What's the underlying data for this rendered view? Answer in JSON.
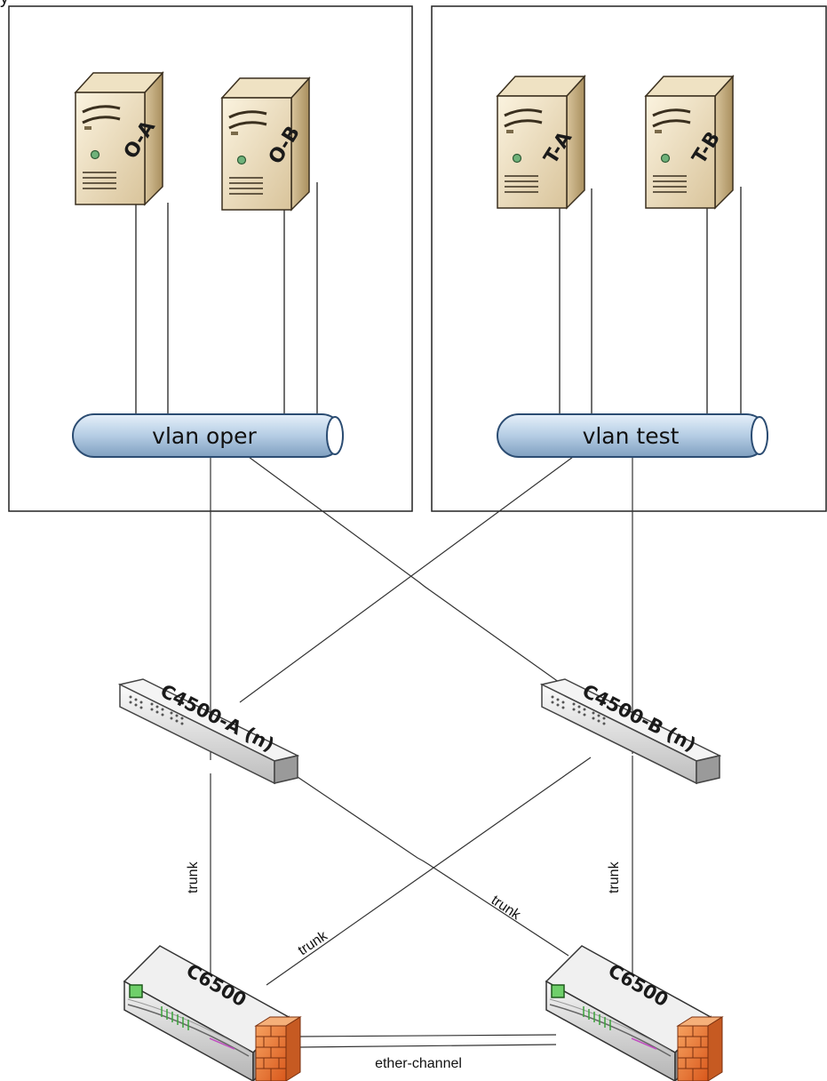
{
  "caption_fragment": "y",
  "servers": [
    {
      "id": "oa",
      "label": "O-A"
    },
    {
      "id": "ob",
      "label": "O-B"
    },
    {
      "id": "ta",
      "label": "T-A"
    },
    {
      "id": "tb",
      "label": "T-B"
    }
  ],
  "vlans": [
    {
      "id": "oper",
      "label": "vlan oper"
    },
    {
      "id": "test",
      "label": "vlan test"
    }
  ],
  "access_switches": [
    {
      "id": "a",
      "label": "C4500-A (n)"
    },
    {
      "id": "b",
      "label": "C4500-B (n)"
    }
  ],
  "core_switches": [
    {
      "id": "left",
      "label": "C6500"
    },
    {
      "id": "right",
      "label": "C6500"
    }
  ],
  "links": {
    "trunk_label": "trunk",
    "etherchannel_label": "ether-channel"
  },
  "colors": {
    "server_front": "#f1e3c4",
    "server_side": "#c9b68c",
    "pipe_fill": "#b7d0e6",
    "pipe_stroke": "#2b4c72",
    "switch_body": "#e6e6e6",
    "firewall": "#e8762c"
  }
}
